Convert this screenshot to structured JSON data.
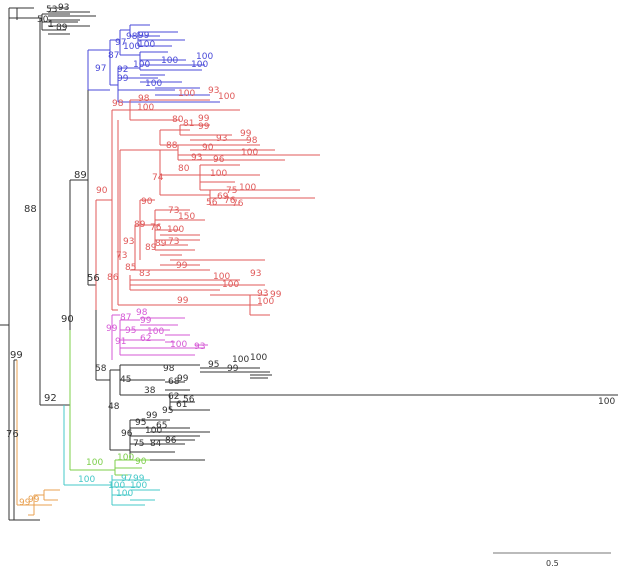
{
  "colors": {
    "black": "#333333",
    "blue": "#4a4ad8",
    "red": "#e05a5a",
    "magenta": "#d65ad6",
    "green": "#7ccf4a",
    "cyan": "#45c8c8",
    "orange": "#e8a050"
  },
  "scale_bar": {
    "label": "0.5",
    "length": 0.5
  },
  "support": {
    "root_76": "76",
    "orange_99": "99",
    "orange_tip_99a": "99",
    "orange_tip_99b": "99",
    "node_92": "92",
    "node_88": "88",
    "node_90": "90",
    "node_89": "89",
    "node_56": "56",
    "blue_97a": "97",
    "blue_97b": "97",
    "blue_98": "98",
    "blue_99": "99",
    "blue_100a": "100",
    "blue_87": "87",
    "blue_100b": "100",
    "blue_100c": "100",
    "blue_100d": "100",
    "blue_92": "92",
    "blue_100e": "100",
    "blue_99b": "99",
    "blue_100f": "100",
    "blue_100g": "100",
    "top_53": "53",
    "top_93": "93",
    "top_50": "50",
    "top_1": "1",
    "top_89": "89",
    "red_98a": "98",
    "red_100a": "100",
    "red_93a": "93",
    "red_100b": "100",
    "red_98b": "98",
    "red_100c": "100",
    "red_80": "80",
    "red_81": "81",
    "red_99a": "99",
    "red_99b": "99",
    "red_93b": "93",
    "red_98c": "98",
    "red_88": "88",
    "red_90a": "90",
    "red_100d": "100",
    "red_93c": "93",
    "red_80b": "80",
    "red_96": "96",
    "red_100e": "100",
    "red_74": "74",
    "red_75": "75",
    "red_100f": "100",
    "red_90b": "90",
    "red_69": "69",
    "red_56": "56",
    "red_76a": "76",
    "red_76b": "76",
    "red_73": "73",
    "red_150": "150",
    "red_89a": "89",
    "red_76c": "76",
    "red_100g": "100",
    "red_93d": "93",
    "red_89b": "89",
    "red_89c": "89",
    "red_73b": "73",
    "red_85": "85",
    "red_99c": "99",
    "red_86": "86",
    "red_83": "83",
    "red_100h": "100",
    "red_93e": "93",
    "red_100i": "100",
    "red_99d": "99",
    "red_93f": "93",
    "red_100j": "100",
    "mag_98": "98",
    "mag_87": "87",
    "mag_99a": "99",
    "mag_99b": "99",
    "mag_95": "95",
    "mag_100a": "100",
    "mag_91": "91",
    "mag_62": "62",
    "mag_100b": "100",
    "mag_93": "93",
    "blk_58": "58",
    "blk_98": "98",
    "blk_95": "95",
    "blk_100a": "100",
    "blk_100b": "100",
    "blk_99": "99",
    "blk_45": "45",
    "blk_38": "38",
    "blk_68": "68",
    "blk_99b": "99",
    "blk_62": "62",
    "blk_56": "56",
    "blk_61": "61",
    "blk_48": "48",
    "blk_100c": "100",
    "blk_95b": "95",
    "blk_95c": "95",
    "blk_99c": "99",
    "blk_96": "96",
    "blk_100d": "100",
    "blk_65": "65",
    "blk_75": "75",
    "blk_84": "84",
    "blk_86": "86",
    "green_100a": "100",
    "green_100b": "100",
    "green_90": "90",
    "cyan_100a": "100",
    "cyan_100b": "100",
    "cyan_97": "97",
    "cyan_99": "99",
    "cyan_100c": "100",
    "cyan_100d": "100"
  }
}
